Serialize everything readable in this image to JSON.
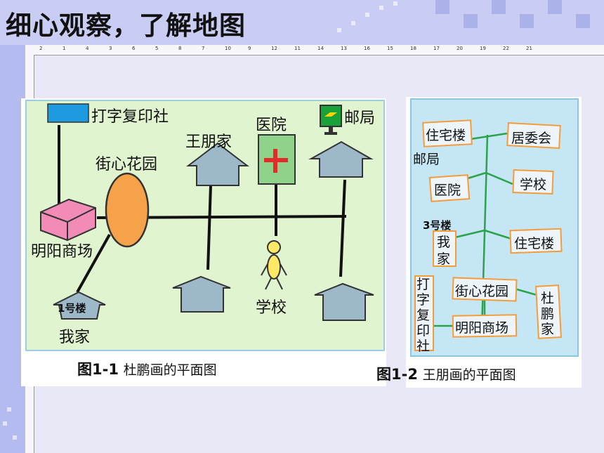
{
  "slide": {
    "title": "细心观察，了解地图"
  },
  "ruler": {
    "ticks": [
      "2",
      "4",
      "6",
      "8",
      "10",
      "12",
      "14",
      "16",
      "18",
      "20",
      "22"
    ],
    "extra_ticks": [
      "1",
      "3",
      "5",
      "7",
      "9",
      "11",
      "13",
      "15",
      "17",
      "19",
      "21"
    ]
  },
  "fig1": {
    "caption_num": "图1-1",
    "caption_text": "杜鹏画的平面图",
    "labels": {
      "print_shop": "打字复印社",
      "hospital": "医院",
      "post_office": "邮局",
      "wang_home": "王朋家",
      "garden": "街心花园",
      "mall": "明阳商场",
      "building1": "1号楼",
      "my_home": "我家",
      "school": "学校"
    }
  },
  "fig2": {
    "caption_num": "图1-2",
    "caption_text": "王朋画的平面图",
    "labels": {
      "residential1": "住宅楼",
      "committee": "居委会",
      "post_office": "邮局",
      "hospital": "医院",
      "school": "学校",
      "building3": "3号楼",
      "me": "我",
      "home": "家",
      "residential2": "住宅楼",
      "print_shop": [
        "打",
        "字",
        "复",
        "印",
        "社"
      ],
      "garden": "街心花园",
      "du_home": [
        "杜",
        "鹏",
        "家"
      ],
      "mall": "明阳商场"
    }
  },
  "colors": {
    "fig1_bg": "#dff4cf",
    "fig2_bg": "#c4e6f5",
    "house": "#9db8c9",
    "garden": "#f6a24a",
    "mall": "#f28cb6",
    "hospital_cross": "#e52a2a",
    "box_border": "#f39c3a"
  }
}
